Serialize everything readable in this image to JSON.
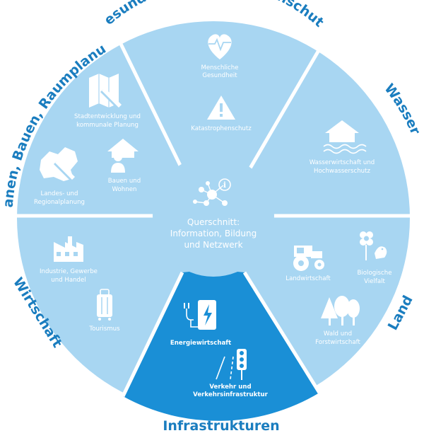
{
  "colors": {
    "accent": "#1a7dbf",
    "segment": "#a8d6f2",
    "highlight": "#1a8fd6",
    "divider": "#ffffff"
  },
  "ring": {
    "gesundheit": "Gesundheit, Katastrophenschutz",
    "wasser": "Wasser",
    "land": "Land",
    "infrastrukturen": "Infrastrukturen",
    "wirtschaft": "Wirtschaft",
    "planen": "Planen, Bauen, Raumplanung"
  },
  "center": {
    "line1": "Querschnitt:",
    "line2": "Information, Bildung",
    "line3": "und Netzwerk",
    "icon": "network-info-icon"
  },
  "items": {
    "menschliche_gesundheit": {
      "line1": "Menschliche",
      "line2": "Gesundheit",
      "icon": "heart-pulse-icon"
    },
    "katastrophenschutz": {
      "line1": "Katastrophenschutz",
      "icon": "warning-triangle-icon"
    },
    "wasserwirtschaft": {
      "line1": "Wasserwirtschaft und",
      "line2": "Hochwasserschutz",
      "icon": "flooded-house-icon"
    },
    "landwirtschaft": {
      "line1": "Landwirtschaft",
      "icon": "tractor-icon"
    },
    "biologische_vielfalt": {
      "line1": "Biologische",
      "line2": "Vielfalt",
      "icon": "flower-bird-icon"
    },
    "wald": {
      "line1": "Wald und",
      "line2": "Forstwirtschaft",
      "icon": "trees-icon"
    },
    "energiewirtschaft": {
      "line1": "Energiewirtschaft",
      "icon": "plug-energy-icon"
    },
    "verkehr": {
      "line1": "Verkehr und",
      "line2": "Verkehrsinfrastruktur",
      "icon": "traffic-light-road-icon"
    },
    "industrie": {
      "line1": "Industrie, Gewerbe",
      "line2": "und Handel",
      "icon": "factory-icon"
    },
    "tourismus": {
      "line1": "Tourismus",
      "icon": "suitcase-icon"
    },
    "stadtentwicklung": {
      "line1": "Stadtentwicklung und",
      "line2": "kommunale Planung",
      "icon": "map-pencil-icon"
    },
    "bauen": {
      "line1": "Bauen und",
      "line2": "Wohnen",
      "icon": "house-person-icon"
    },
    "landes": {
      "line1": "Landes- und",
      "line2": "Regionalplanung",
      "icon": "region-map-pencil-icon"
    }
  }
}
